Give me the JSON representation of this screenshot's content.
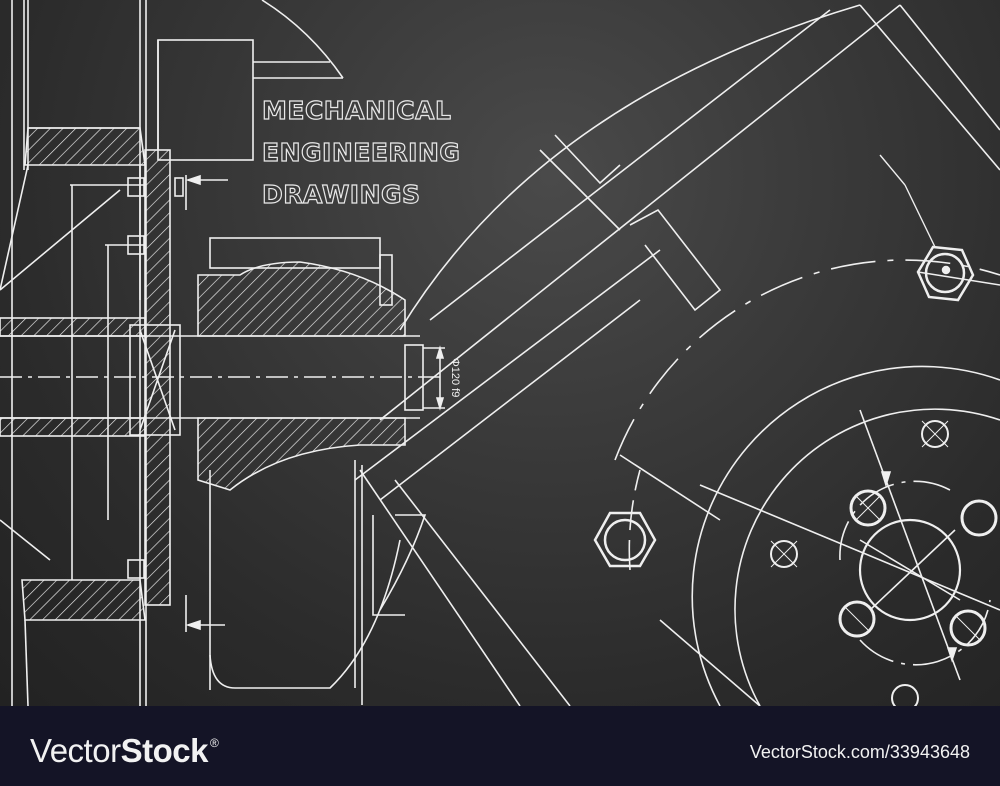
{
  "illustration": {
    "title_lines": [
      "MECHANICAL",
      "ENGINEERING",
      "DRAWINGS"
    ],
    "dimension_label": "Φ120 f9",
    "colors": {
      "background": "#333333",
      "line": "#f0f0f0",
      "footer": "#141426",
      "footer_text": "#f2f2f2"
    }
  },
  "footer": {
    "brand_light": "Vector",
    "brand_bold": "Stock",
    "brand_mark": "®",
    "url": "VectorStock.com/33943648"
  }
}
